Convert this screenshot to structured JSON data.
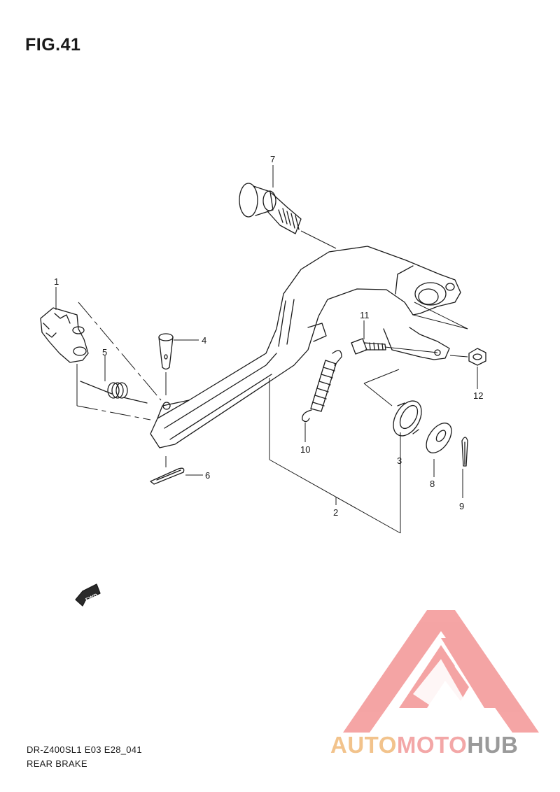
{
  "figure": {
    "title": "FIG.41"
  },
  "callouts": {
    "p1": "1",
    "p2": "2",
    "p3": "3",
    "p4": "4",
    "p5": "5",
    "p6": "6",
    "p7": "7",
    "p8": "8",
    "p9": "9",
    "p10": "10",
    "p11": "11",
    "p12": "12"
  },
  "fwd_badge": "FWD",
  "footer": {
    "model_code": "DR-Z400SL1 E03 E28_041",
    "section_name": "REAR BRAKE"
  },
  "watermark": {
    "part1": "AUTO",
    "part2": "MOTO",
    "part3": "HUB",
    "colors": {
      "auto": "#f2c38c",
      "moto": "#f3a7a7",
      "hub": "#9a9a9a",
      "triangle": "#f4a0a0"
    }
  }
}
